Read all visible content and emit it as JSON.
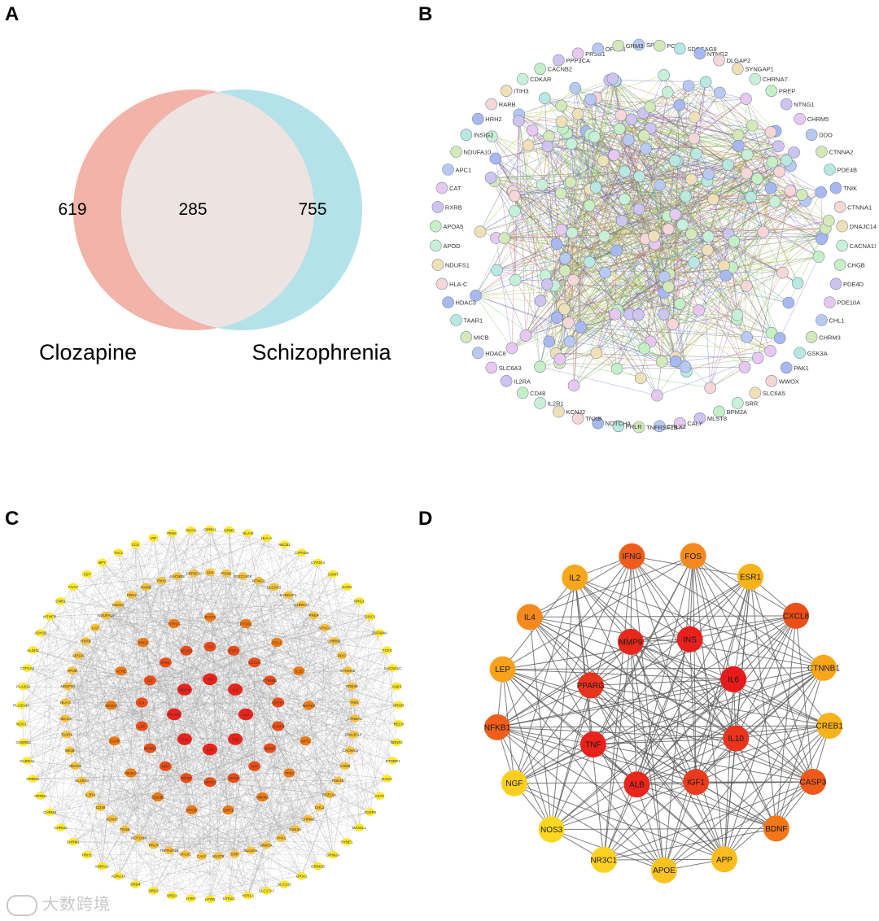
{
  "panels": {
    "a": "A",
    "b": "B",
    "c": "C",
    "d": "D"
  },
  "venn": {
    "left_label": "Clozapine",
    "right_label": "Schizophrenia",
    "left_only": "619",
    "overlap": "285",
    "right_only": "755",
    "left_color": "#f2b3a9",
    "right_color": "#b4e2ea",
    "overlap_color": "#ede4e2"
  },
  "string_network": {
    "labels": [
      "SP4",
      "PCM1",
      "SDCCAG8",
      "NTNG2",
      "DLGAP2",
      "SYNGAP1",
      "CHRNA7",
      "PREP",
      "NTNG1",
      "CHRM5",
      "DDO",
      "CTNNA2",
      "PDE4B",
      "TNIK",
      "CTNNA1",
      "DNAJC14",
      "CACNA1I",
      "CHGB",
      "PDE4D",
      "PDE10A",
      "CHL1",
      "CHRM3",
      "GSK3A",
      "PAK1",
      "WWOX",
      "SLC6A5",
      "SRR",
      "BPM2A",
      "MLST8",
      "CALY",
      "CPLX2",
      "TNFRSF1B",
      "PRLR",
      "NOTCH4",
      "TNXB",
      "KCNJ2",
      "IL2R1",
      "CD48",
      "IL2RA",
      "SLC6A3",
      "HDAC8",
      "MICB",
      "TAAR1",
      "HDAC3",
      "HLA-C",
      "NDUFS1",
      "APOD",
      "APOA5",
      "RXRB",
      "CAT",
      "APC1",
      "NDUFA10",
      "INSIG2",
      "HRH2",
      "RARB",
      "ITIH3",
      "CDKAR",
      "CACNB2",
      "PPP3CA",
      "PRSS1",
      "OPRK1",
      "GRM3"
    ],
    "node_colors": [
      "#b8c9f2",
      "#c5f0c5",
      "#f6d6d6",
      "#d4e8b8",
      "#cfc3f0",
      "#f0e0b8",
      "#b8e8e0",
      "#e8c8f0",
      "#c8f0d8",
      "#a8b8f0"
    ]
  },
  "radial_network": {
    "inner_ring": [
      "INS",
      "IL6",
      "ALB",
      "TNF",
      "IL10",
      "IGF1",
      "PPARG",
      "MMP9"
    ],
    "middle_ring": [
      "FOS",
      "ESR1",
      "CXCL8",
      "CTNNB1",
      "CREB1",
      "CASP3",
      "BDNF",
      "APP",
      "APOE",
      "NR3C1",
      "NOS3",
      "NGF",
      "NFKB1",
      "LEP",
      "IL4",
      "IL2",
      "IFNG",
      "VEGFA",
      "STAT3",
      "PTGS2",
      "CCL2",
      "IL1B",
      "MAPK3",
      "AKT1",
      "TP53",
      "HMOX1",
      "SIRT1",
      "MTOR",
      "GSK3B",
      "PIK3CA",
      "EGFR",
      "NR3C2",
      "ACHE",
      "DRD2",
      "HTR2A"
    ],
    "outer_ring": [
      "SP4",
      "PCM1",
      "SDCCAG8",
      "NTNG2",
      "DLGAP2",
      "SYNGAP1",
      "CHRNA7",
      "PREP",
      "NTNG1",
      "CHRM5",
      "DDO",
      "CTNNA2",
      "PDE4B",
      "TNIK",
      "CTNNA1",
      "DNAJC14",
      "CACNA1I",
      "CHGB",
      "PDE4D",
      "PDE10A",
      "CHL1",
      "CHRM3",
      "GSK3A",
      "PAK1",
      "WWOX",
      "SLC6A5",
      "SRR",
      "MLST8",
      "CALY",
      "CPLX2",
      "TNFRSF1B",
      "PRLR",
      "NOTCH4",
      "TNXB",
      "KCNJ2",
      "CD48",
      "IL2RA",
      "SLC6A3",
      "HDAC8",
      "MICB",
      "TAAR1",
      "HDAC3",
      "HLA-C",
      "NDUFS1",
      "APOD",
      "APOA5",
      "RXRB",
      "CAT",
      "NDUFA10",
      "INSIG2",
      "HRH2",
      "RARB",
      "ITIH3",
      "CACNB2",
      "PPP3CA",
      "OPRK1",
      "GRM3",
      "HLA-B",
      "HLA-A",
      "ABCB1",
      "CYP2D6",
      "CYP3A4",
      "COMT",
      "GAD1",
      "NRG1",
      "DISC1",
      "ZNF804A",
      "TCF4",
      "CACNA1C",
      "ANK3",
      "NRGN",
      "RELN",
      "BDNF2",
      "DTNBP1",
      "DAOA",
      "AKT3",
      "FOXP2",
      "MAD1L1",
      "SYNE1",
      "GRIN2A",
      "GRIN2B",
      "GRIA1",
      "SLC1A2",
      "SLC17A7",
      "HTR1A",
      "HTR2C",
      "HTR6",
      "HTR7",
      "DRD1",
      "DRD3",
      "DRD4",
      "ADRA1A",
      "ADRA2A",
      "HRH1",
      "CHRM1",
      "CHRM2",
      "CHRM4",
      "OPRD1",
      "OPRM1",
      "GABRA1",
      "GABRB3",
      "NOS1",
      "PLA2G4A",
      "PLA2G6",
      "CYP1A2",
      "ALDH2",
      "ADH1B",
      "MTHFR",
      "CNR1",
      "FAAH",
      "SST",
      "NPY",
      "TAC1",
      "CCK",
      "VIP",
      "PENK",
      "PDYN"
    ],
    "colors": {
      "inner": "#e8231c",
      "mid": "#f07a12",
      "outer": "#fde92b",
      "edge": "#9a9a9a"
    }
  },
  "hub_network": {
    "outer": [
      {
        "label": "FOS",
        "color": "#f5891e"
      },
      {
        "label": "ESR1",
        "color": "#f8b417"
      },
      {
        "label": "CXCL8",
        "color": "#ec4f18"
      },
      {
        "label": "CTNNB1",
        "color": "#f8a61a"
      },
      {
        "label": "CREB1",
        "color": "#f8b21b"
      },
      {
        "label": "CASP3",
        "color": "#ee5a1a"
      },
      {
        "label": "BDNF",
        "color": "#f27718"
      },
      {
        "label": "APP",
        "color": "#fbbd1d"
      },
      {
        "label": "APOE",
        "color": "#fbc31f"
      },
      {
        "label": "NR3C1",
        "color": "#fcd220"
      },
      {
        "label": "NOS3",
        "color": "#fcd720"
      },
      {
        "label": "NGF",
        "color": "#fcce1e"
      },
      {
        "label": "NFKB1",
        "color": "#ef5e1b"
      },
      {
        "label": "LEP",
        "color": "#f7a31c"
      },
      {
        "label": "IL4",
        "color": "#f48a1c"
      },
      {
        "label": "IL2",
        "color": "#f7a71c"
      },
      {
        "label": "IFNG",
        "color": "#ee5d1b"
      }
    ],
    "inner": [
      {
        "label": "INS",
        "color": "#e8201d"
      },
      {
        "label": "IL6",
        "color": "#e81a1b"
      },
      {
        "label": "IL10",
        "color": "#ea341d"
      },
      {
        "label": "IGF1",
        "color": "#eb3d1d"
      },
      {
        "label": "ALB",
        "color": "#e9251c"
      },
      {
        "label": "TNF",
        "color": "#e9221c"
      },
      {
        "label": "PPARG",
        "color": "#ea331d"
      },
      {
        "label": "MMP9",
        "color": "#e9281c"
      }
    ],
    "edge_color": "#5c5c5c"
  },
  "watermark": "大数跨境"
}
